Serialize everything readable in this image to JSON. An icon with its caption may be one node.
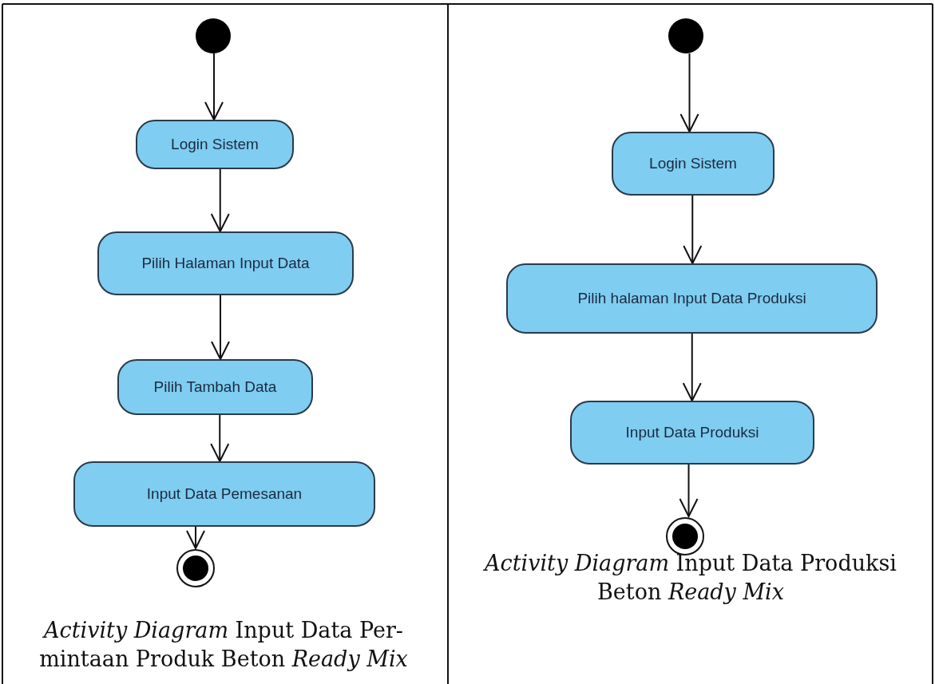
{
  "diagram": {
    "nodes": [
      {
        "text": [],
        "shape": "circle"
      },
      {
        "text": [
          "Login Sistem"
        ]
      },
      {
        "text": [
          "Pilih Halaman Input Data"
        ]
      },
      {
        "text": [
          "Pilih Tambah Data"
        ]
      },
      {
        "text": [
          "Input Data Pemesanan"
        ]
      },
      {
        "text": [],
        "shape": "circle"
      },
      {
        "text": [],
        "shape": "circle"
      },
      {
        "text": [
          "Login Sistem"
        ]
      },
      {
        "text": [
          "Pilih halaman Input Data Produksi"
        ]
      },
      {
        "text": [
          "Input Data Produksi"
        ]
      },
      {
        "text": [],
        "shape": "circle"
      }
    ],
    "edges": [
      {
        "from": 0,
        "to": 1,
        "arrow": "to"
      },
      {
        "from": 1,
        "to": 2,
        "arrow": "to"
      },
      {
        "from": 2,
        "to": 3,
        "arrow": "to"
      },
      {
        "from": 3,
        "to": 4,
        "arrow": "to"
      },
      {
        "from": 4,
        "to": 5,
        "arrow": "to"
      },
      {
        "from": 6,
        "to": 7,
        "arrow": "to"
      },
      {
        "from": 7,
        "to": 8,
        "arrow": "to"
      },
      {
        "from": 8,
        "to": 9,
        "arrow": "to"
      },
      {
        "from": 9,
        "to": 10,
        "arrow": "to"
      }
    ],
    "labels": [
      "*Activity Diagram* Input Data Per-mintaan Produk Beton *Ready Mix*",
      "*Activity Diagram* Input Data Produksi Beton *Ready Mix*"
    ]
  }
}
